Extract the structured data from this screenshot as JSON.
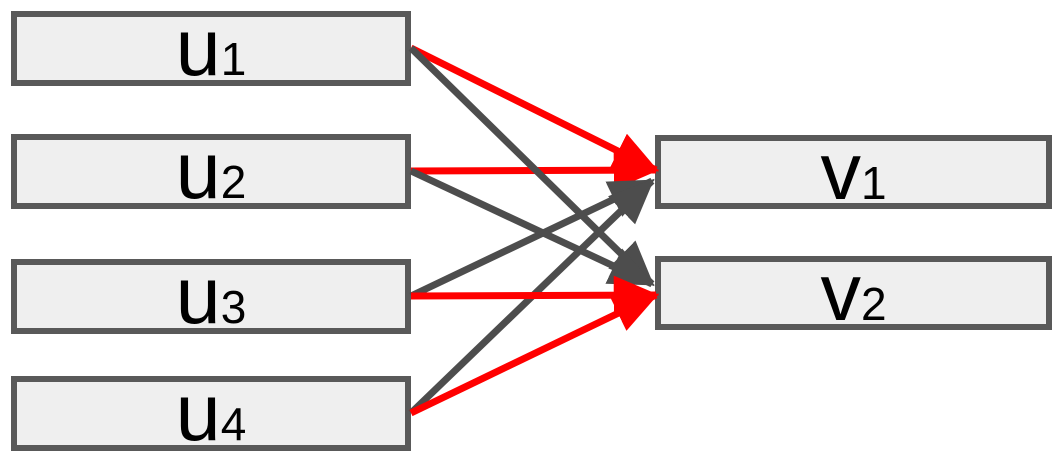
{
  "colors": {
    "background": "#ffffff",
    "box_fill": "#efefef",
    "box_border": "#595959",
    "red_edge": "#ff0000",
    "dark_edge": "#4d4d4d",
    "text": "#000000"
  },
  "nodes": {
    "left": [
      {
        "id": "u1",
        "base": "u",
        "sub": "1"
      },
      {
        "id": "u2",
        "base": "u",
        "sub": "2"
      },
      {
        "id": "u3",
        "base": "u",
        "sub": "3"
      },
      {
        "id": "u4",
        "base": "u",
        "sub": "4"
      }
    ],
    "right": [
      {
        "id": "v1",
        "base": "v",
        "sub": "1"
      },
      {
        "id": "v2",
        "base": "v",
        "sub": "2"
      }
    ]
  },
  "edges": [
    {
      "from": "u1",
      "to": "v1",
      "color": "red"
    },
    {
      "from": "u2",
      "to": "v1",
      "color": "red"
    },
    {
      "from": "u3",
      "to": "v1",
      "color": "dark"
    },
    {
      "from": "u4",
      "to": "v1",
      "color": "dark"
    },
    {
      "from": "u1",
      "to": "v2",
      "color": "dark"
    },
    {
      "from": "u2",
      "to": "v2",
      "color": "dark"
    },
    {
      "from": "u3",
      "to": "v2",
      "color": "red"
    },
    {
      "from": "u4",
      "to": "v2",
      "color": "red"
    }
  ]
}
